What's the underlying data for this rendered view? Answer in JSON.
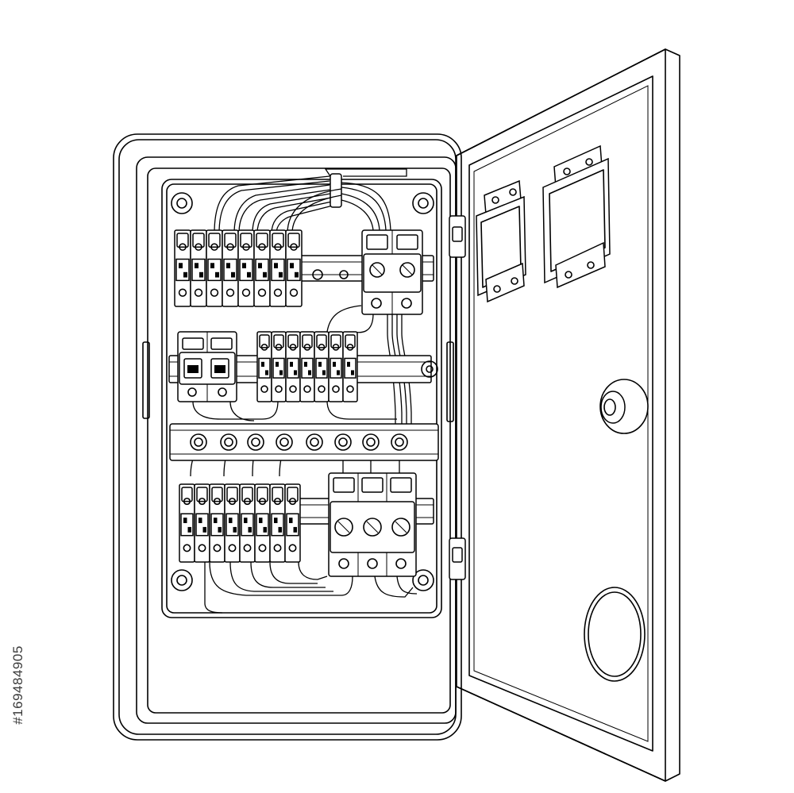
{
  "image": {
    "subject": "electrical-distribution-box-open-door",
    "style": "line-art",
    "stock_id": "#169484905"
  },
  "colors": {
    "line": "#000000",
    "background": "#ffffff"
  }
}
